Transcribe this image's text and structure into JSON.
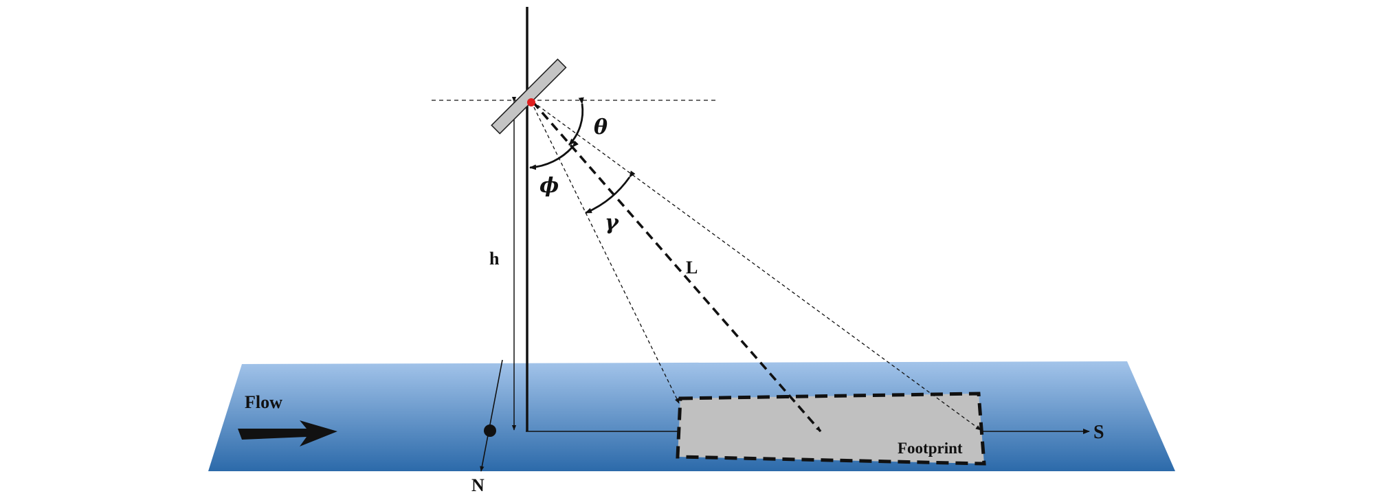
{
  "labels": {
    "theta": "θ",
    "phi": "ϕ",
    "gamma": "γ",
    "L": "L",
    "h": "h",
    "flow": "Flow",
    "S": "S",
    "N": "N",
    "footprint": "Footprint"
  },
  "colors": {
    "water_top": "#a3c4ea",
    "water_bottom": "#2c6aaa",
    "footprint_fill": "#c0c0c0",
    "sensor_fill": "#c4c4c4",
    "sensor_point": "#e02020",
    "line": "#111111"
  }
}
